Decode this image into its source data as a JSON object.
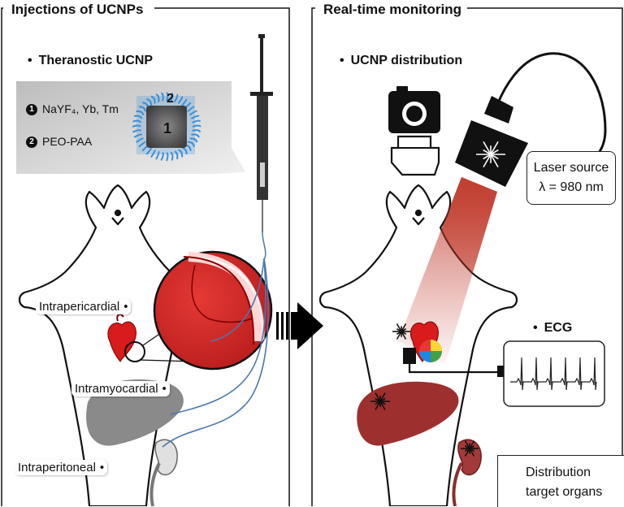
{
  "left_panel": {
    "title": "Injections of UCNPs",
    "bullet": "Theranostic UCNP",
    "composition": {
      "item1_num": "1",
      "item1_text": "NaYF₄, Yb, Tm",
      "item2_num": "2",
      "item2_text": "PEO-PAA",
      "core_label": "1",
      "shell_label": "2"
    },
    "injection_sites": [
      "Intrapericardial",
      "Intramyocardial",
      "Intraperitoneal"
    ]
  },
  "right_panel": {
    "title": "Real-time monitoring",
    "bullet": "UCNP distribution",
    "laser": {
      "line1": "Laser source",
      "line2": "λ = 980 nm"
    },
    "ecg_label": "ECG",
    "legend": {
      "line1": "Distribution",
      "line2": "target organs"
    }
  },
  "colors": {
    "heart_red": "#d81b1b",
    "liver_gray": "#8a8a8a",
    "liver_red": "#9e2f2f",
    "kidney_red": "#a33a3a",
    "ligand_blue": "#3a8fd8",
    "laser_beam": "#c0392b",
    "catheter_blue": "#4a78b0"
  },
  "icons": [
    "syringe-icon",
    "camera-icon",
    "laser-head-icon",
    "star-burst-icon",
    "ecg-monitor-icon",
    "arrow-right-icon"
  ]
}
